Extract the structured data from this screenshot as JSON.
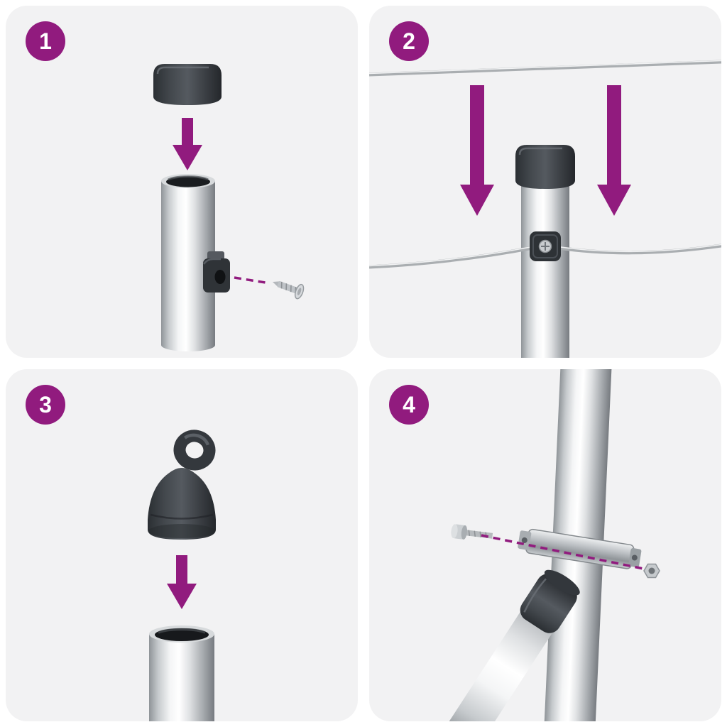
{
  "theme": {
    "accent": "#911b7e",
    "panel_bg": "#f2f2f3",
    "canvas_bg": "#ffffff",
    "part_dark": "#33383c",
    "metal_light": "#f4f5f6",
    "metal_dark": "#7e8287",
    "wire_gray": "#aaaeb1"
  },
  "steps": [
    {
      "number": "1",
      "icons": [
        "post-cap",
        "arrow-down",
        "metal-tube",
        "screw-bracket",
        "screw",
        "dashed-guide"
      ]
    },
    {
      "number": "2",
      "icons": [
        "tension-wire-top",
        "arrow-down",
        "arrow-down",
        "capped-post",
        "tension-wire-mid",
        "wire-clamp"
      ]
    },
    {
      "number": "3",
      "icons": [
        "eyelet-cap",
        "arrow-down",
        "metal-tube"
      ]
    },
    {
      "number": "4",
      "icons": [
        "metal-post",
        "pipe-clamp",
        "brace-tube",
        "bolt",
        "nut",
        "dashed-guide"
      ]
    }
  ]
}
